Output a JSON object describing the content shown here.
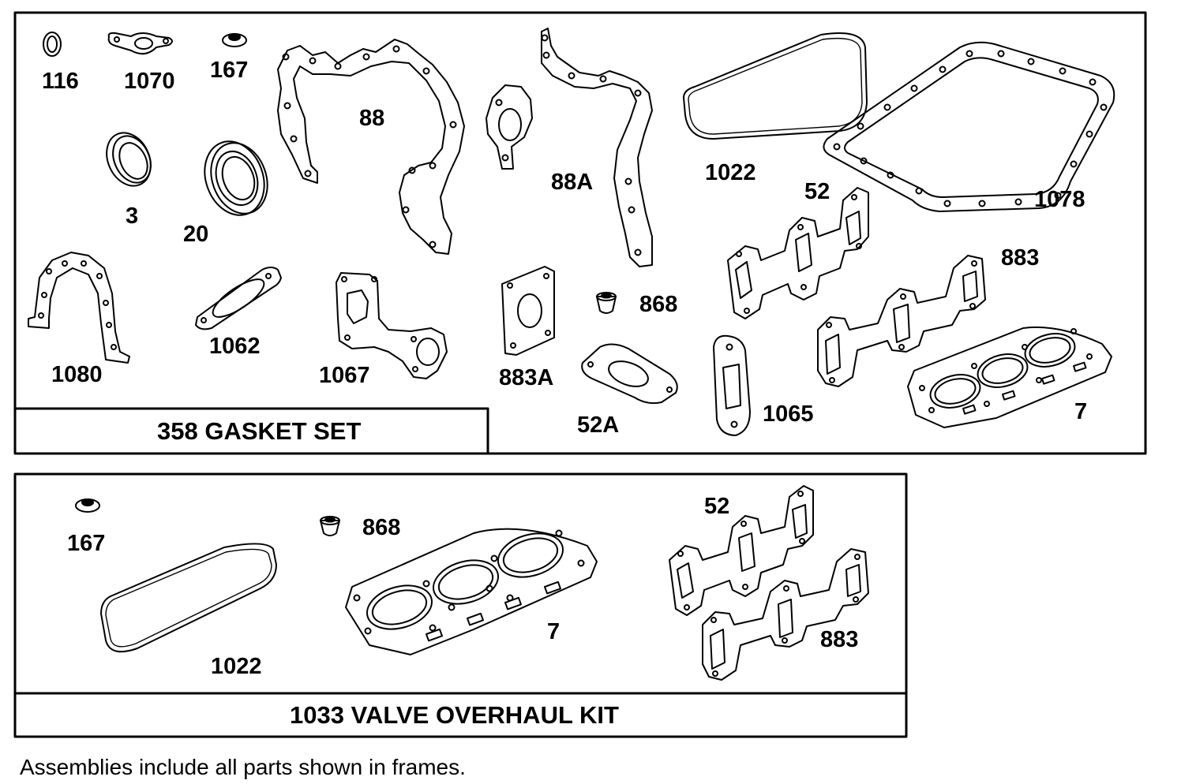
{
  "frames": {
    "gasket_set": {
      "title": "358 GASKET SET",
      "parts": {
        "p116": "116",
        "p1070": "1070",
        "p167": "167",
        "p88": "88",
        "p88a": "88A",
        "p1022": "1022",
        "p1078": "1078",
        "p3": "3",
        "p20": "20",
        "p52": "52",
        "p883": "883",
        "p1080": "1080",
        "p1062": "1062",
        "p1067": "1067",
        "p883a": "883A",
        "p868": "868",
        "p52a": "52A",
        "p1065": "1065",
        "p7": "7"
      }
    },
    "valve_kit": {
      "title": "1033 VALVE OVERHAUL KIT",
      "parts": {
        "p167": "167",
        "p868": "868",
        "p52": "52",
        "p1022": "1022",
        "p7": "7",
        "p883": "883"
      }
    }
  },
  "footnote": "Assemblies include all parts shown in frames."
}
